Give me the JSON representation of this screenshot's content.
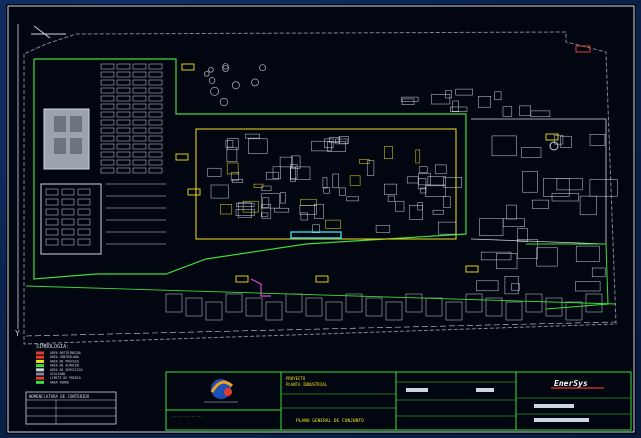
{
  "colors": {
    "background": "#020610",
    "frame_blue": "#0b2552",
    "line_white": "#cfd6e0",
    "line_grey": "#7d8796",
    "line_green": "#3fdc3f",
    "line_yellow": "#f2e21b",
    "line_red": "#e33b2b",
    "line_cyan": "#37d7e6",
    "line_magenta": "#e04ad8"
  },
  "axis_marker": "Y",
  "legend": {
    "title": "SIMBOLOGIA:",
    "items": [
      "AREA RESTRINGIDA",
      "AREA CONTROLADA",
      "AREA DE PROCESO",
      "AREA DE ALMACEN",
      "AREA DE SERVICIOS",
      "VIALIDAD",
      "LIMITE DE PREDIO",
      "AREA VERDE"
    ]
  },
  "revision_table": {
    "title": "NOMENCLATURA DE CONTENIDO"
  },
  "title_block": {
    "project_lines": [
      "PROYECTO",
      "PLANTA INDUSTRIAL"
    ],
    "drawing_title": "PLANO GENERAL DE CONJUNTO",
    "company_brand": "EnerSys"
  }
}
